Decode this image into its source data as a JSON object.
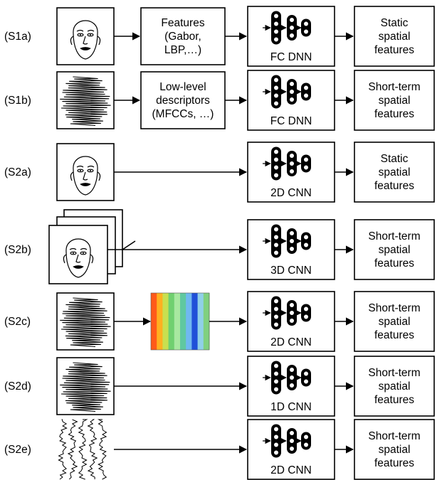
{
  "rows": [
    {
      "id": "S1a",
      "label": "(S1a)",
      "input": "face",
      "feature_lines": [
        "Features",
        "(Gabor,",
        "LBP,…)"
      ],
      "network": "FC DNN",
      "output_lines": [
        "Static",
        "spatial",
        "features"
      ]
    },
    {
      "id": "S1b",
      "label": "(S1b)",
      "input": "waveform",
      "feature_lines": [
        "Low-level",
        "descriptors",
        "(MFCCs, …)"
      ],
      "network": "FC DNN",
      "output_lines": [
        "Short-term",
        "spatial",
        "features"
      ]
    },
    {
      "id": "S2a",
      "label": "(S2a)",
      "input": "face",
      "feature_lines": [],
      "network": "2D CNN",
      "output_lines": [
        "Static",
        "spatial",
        "features"
      ]
    },
    {
      "id": "S2b",
      "label": "(S2b)",
      "input": "face-stack",
      "feature_lines": [],
      "network": "3D CNN",
      "output_lines": [
        "Short-term",
        "spatial",
        "features"
      ]
    },
    {
      "id": "S2c",
      "label": "(S2c)",
      "input": "waveform",
      "feature_lines": [],
      "spectrogram": true,
      "network": "2D CNN",
      "output_lines": [
        "Short-term",
        "spatial",
        "features"
      ]
    },
    {
      "id": "S2d",
      "label": "(S2d)",
      "input": "waveform",
      "feature_lines": [],
      "network": "1D CNN",
      "output_lines": [
        "Short-term",
        "spatial",
        "features"
      ]
    },
    {
      "id": "S2e",
      "label": "(S2e)",
      "input": "multichannel",
      "feature_lines": [],
      "network": "2D CNN",
      "output_lines": [
        "Short-term",
        "spatial",
        "features"
      ]
    }
  ],
  "colors": {
    "stroke": "#000000",
    "spectrogram": [
      "#ff5a1a",
      "#ffb020",
      "#c8e050",
      "#70d070",
      "#a8e8a0",
      "#60c8a0",
      "#70b8f0",
      "#2050d8",
      "#90d0e8",
      "#80d080"
    ]
  }
}
